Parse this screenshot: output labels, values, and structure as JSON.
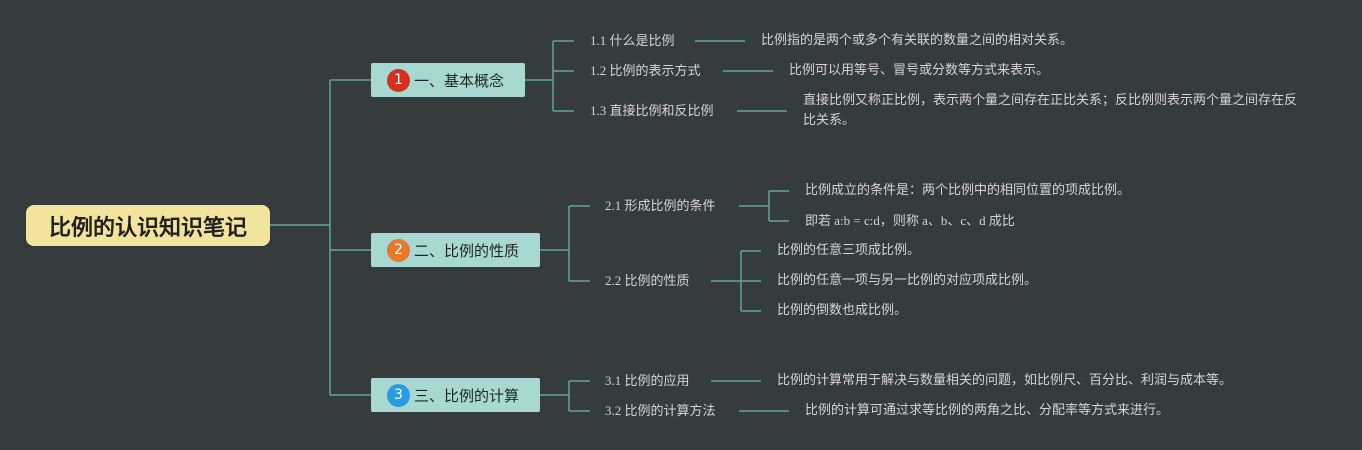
{
  "root": {
    "title": "比例的认识知识笔记"
  },
  "colors": {
    "background": "#363b3d",
    "root_fill": "#f3e49d",
    "branch_fill": "#a7d8d1",
    "connector": "#5fa89a",
    "badge_1": "#d62f1f",
    "badge_2": "#e8782a",
    "badge_3": "#2a9be0"
  },
  "branches": [
    {
      "badge": "1",
      "label": "一、基本概念",
      "subs": [
        {
          "label": "1.1 什么是比例",
          "leaves": [
            "比例指的是两个或多个有关联的数量之间的相对关系。"
          ]
        },
        {
          "label": "1.2 比例的表示方式",
          "leaves": [
            "比例可以用等号、冒号或分数等方式来表示。"
          ]
        },
        {
          "label": "1.3 直接比例和反比例",
          "leaves": [
            "直接比例又称正比例，表示两个量之间存在正比关系；反比例则表示两个量之间存在反比关系。"
          ]
        }
      ]
    },
    {
      "badge": "2",
      "label": "二、比例的性质",
      "subs": [
        {
          "label": "2.1 形成比例的条件",
          "leaves": [
            "比例成立的条件是：两个比例中的相同位置的项成比例。",
            "即若 a:b = c:d，则称 a、b、c、d 成比"
          ]
        },
        {
          "label": "2.2 比例的性质",
          "leaves": [
            "比例的任意三项成比例。",
            "比例的任意一项与另一比例的对应项成比例。",
            "比例的倒数也成比例。"
          ]
        }
      ]
    },
    {
      "badge": "3",
      "label": "三、比例的计算",
      "subs": [
        {
          "label": "3.1 比例的应用",
          "leaves": [
            "比例的计算常用于解决与数量相关的问题，如比例尺、百分比、利润与成本等。"
          ]
        },
        {
          "label": "3.2 比例的计算方法",
          "leaves": [
            "比例的计算可通过求等比例的两角之比、分配率等方式来进行。"
          ]
        }
      ]
    }
  ]
}
